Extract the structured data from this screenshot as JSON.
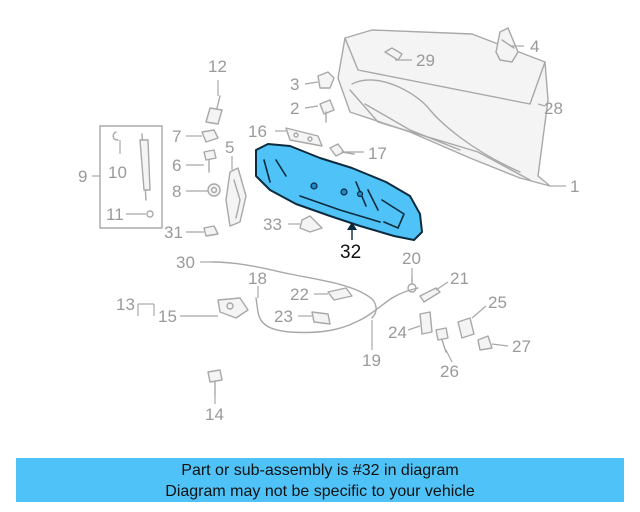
{
  "diagram": {
    "highlighted_callout": "32",
    "callouts": [
      "1",
      "2",
      "3",
      "4",
      "5",
      "6",
      "7",
      "8",
      "9",
      "10",
      "11",
      "12",
      "13",
      "14",
      "15",
      "16",
      "17",
      "18",
      "19",
      "20",
      "21",
      "22",
      "23",
      "24",
      "25",
      "26",
      "27",
      "28",
      "29",
      "30",
      "31",
      "33"
    ],
    "colors": {
      "highlight_fill": "#4fc3f7",
      "highlight_stroke": "#0d2b3e",
      "ghost_stroke": "#a8a8a8",
      "label_gray": "#9a9a9a"
    }
  },
  "banner": {
    "line1": "Part or sub-assembly is #32 in diagram",
    "line2": "Diagram may not be specific to your vehicle",
    "color": "#4fc3f7"
  }
}
